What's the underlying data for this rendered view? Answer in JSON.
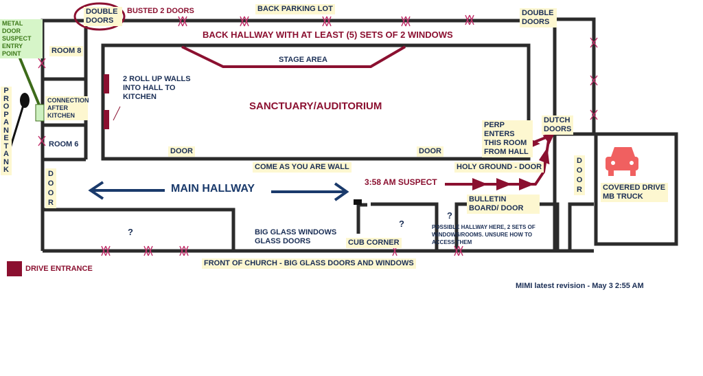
{
  "labels": {
    "double_doors_top": "DOUBLE DOORS",
    "busted": "BUSTED 2 DOORS",
    "back_parking": "BACK PARKING LOT",
    "double_doors_right": "DOUBLE DOORS",
    "back_hallway": "BACK HALLWAY WITH AT LEAST (5) SETS OF 2 WINDOWS",
    "metal_door": "METAL DOOR SUSPECT ENTRY POINT",
    "room8": "ROOM 8",
    "stage": "STAGE AREA",
    "roll_up": "2 ROLL UP WALLS INTO HALL TO KITCHEN",
    "connection": "CONNECTION AFTER KITCHEN",
    "propane": "PROPANE TANK",
    "sanctuary": "SANCTUARY/AUDITORIUM",
    "perp": "PERP ENTERS THIS ROOM FROM HALL",
    "dutch": "DUTCH DOORS",
    "room6": "ROOM 6",
    "door1": "DOOR",
    "door2": "DOOR",
    "door_left": "DOOR",
    "door_right": "DOOR",
    "come_as": "COME AS YOU ARE WALL",
    "holy": "HOLY GROUND - DOOR",
    "main_hall": "MAIN HALLWAY",
    "suspect": "3:58 AM SUSPECT",
    "covered": "COVERED DRIVE MB TRUCK",
    "bulletin": "BULLETIN BOARD/ DOOR",
    "q1": "?",
    "q2": "?",
    "q3": "?",
    "possible": "POSSIBLE HALLWAY HERE, 2 SETS OF WINDOWS/ROOMS. UNSURE HOW TO ACCESS THEM",
    "big_glass": "BIG GLASS WINDOWS GLASS DOORS",
    "cub": "CUB CORNER",
    "front": "FRONT OF CHURCH - BIG GLASS DOORS AND WINDOWS",
    "drive_entrance": "DRIVE ENTRANCE",
    "revision": "MIMI latest revision - May 3 2:55 AM"
  },
  "colors": {
    "wall": "#2b2b2b",
    "maroon": "#8b1030",
    "navy": "#1a3a6b",
    "car": "#f06060",
    "green": "#3d6b1a"
  }
}
